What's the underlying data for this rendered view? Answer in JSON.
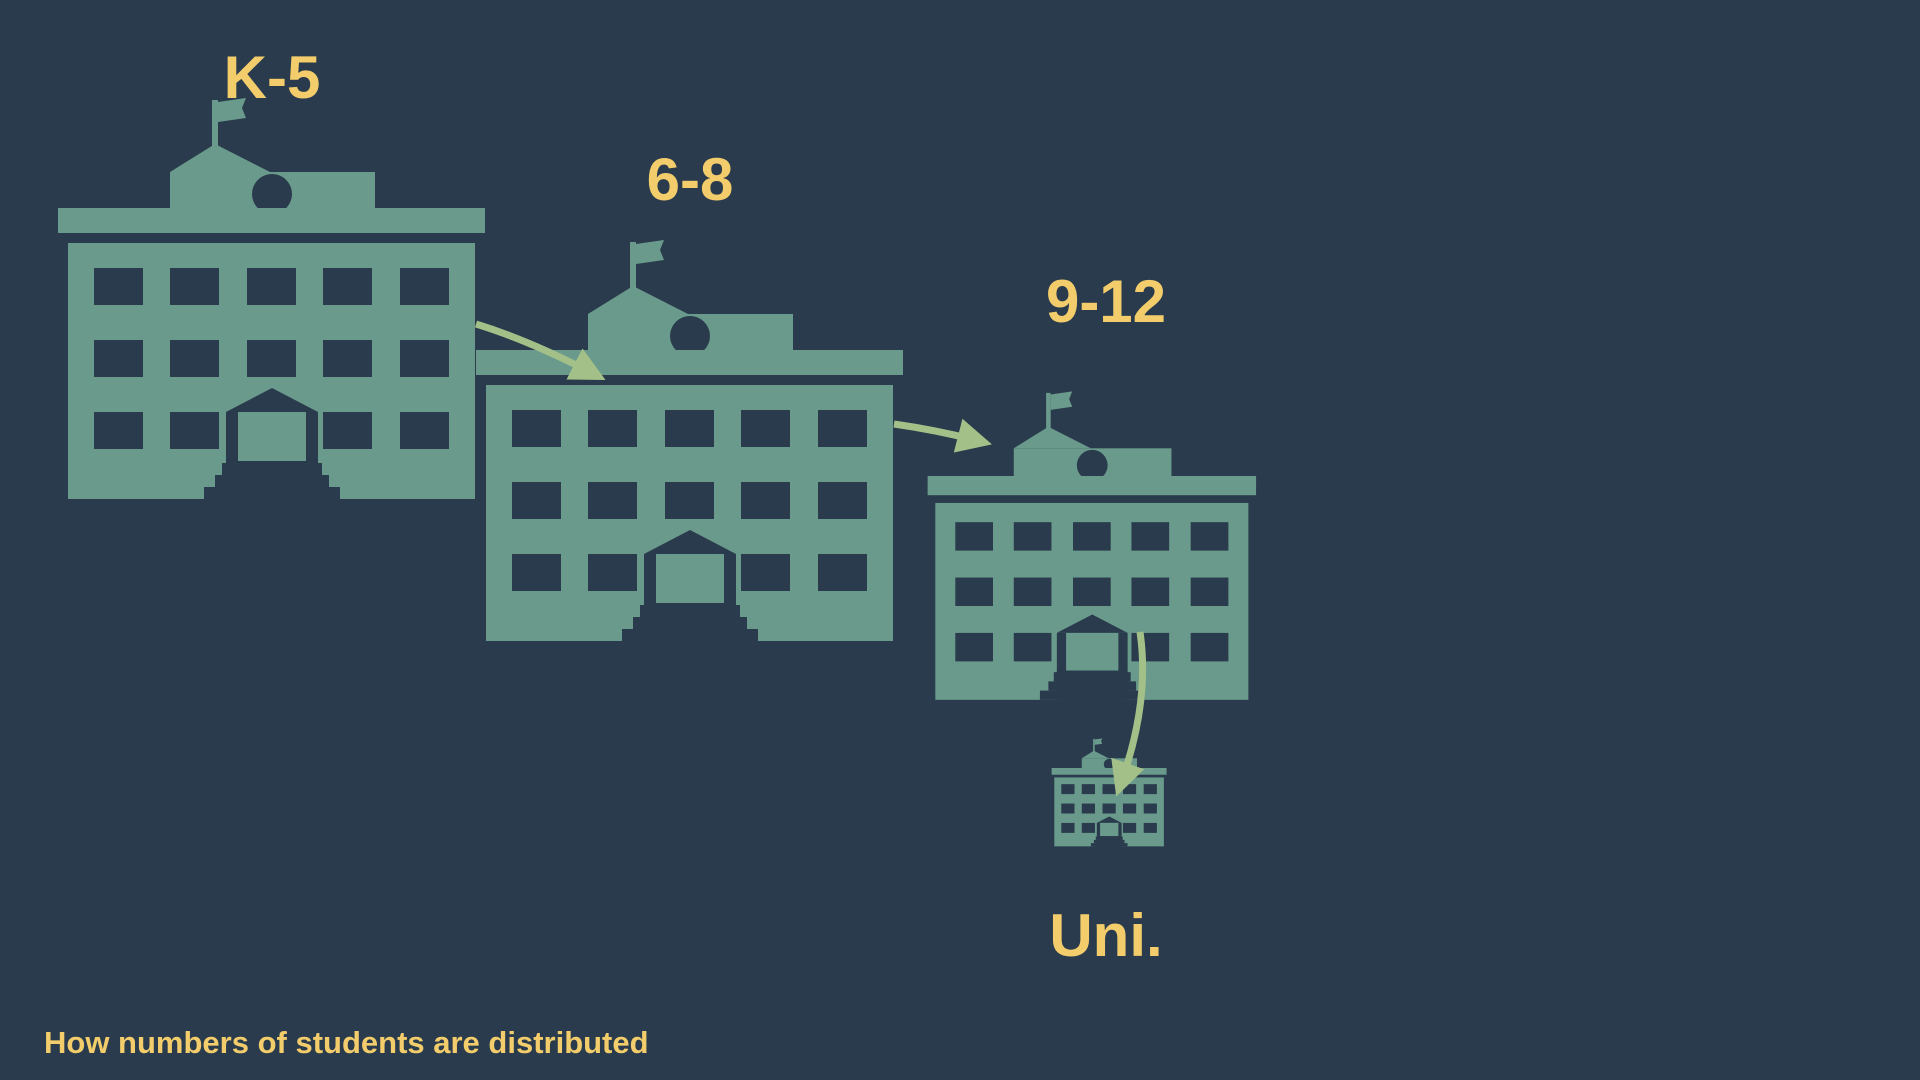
{
  "colors": {
    "background": "#293b4c",
    "building": "#6a9a8b",
    "arrow": "#a3c089",
    "label": "#f3cd6b"
  },
  "icons": {
    "building": "school-building-icon"
  },
  "schools": {
    "k5": {
      "label": "K-5"
    },
    "middle": {
      "label": "6-8"
    },
    "high": {
      "label": "9-12"
    },
    "university": {
      "label": "Uni."
    }
  },
  "caption": "How numbers of students are distributed"
}
